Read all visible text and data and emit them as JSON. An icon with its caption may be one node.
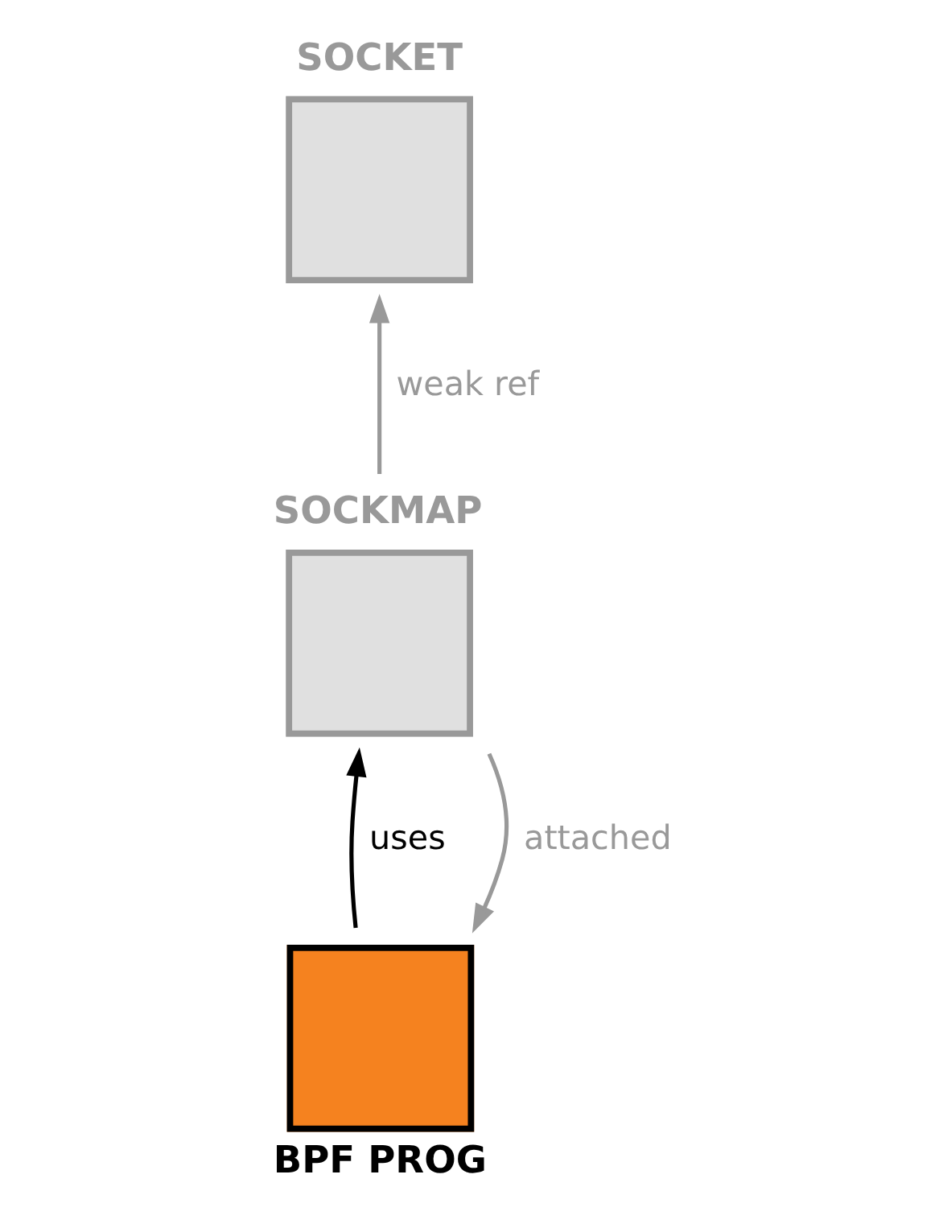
{
  "diagram": {
    "nodes": [
      {
        "text": [
          "SOCKET"
        ]
      },
      {
        "text": [
          "SOCKMAP"
        ]
      },
      {
        "text": [
          "BPF PROG"
        ]
      }
    ],
    "edges": [
      {
        "from": 1,
        "to": 0,
        "arrow": "to",
        "label": "weak ref"
      },
      {
        "from": 1,
        "to": 2,
        "arrow": "to",
        "label": "attached"
      },
      {
        "from": 2,
        "to": 1,
        "arrow": "to",
        "label": "uses",
        "color": "#000000"
      }
    ]
  }
}
